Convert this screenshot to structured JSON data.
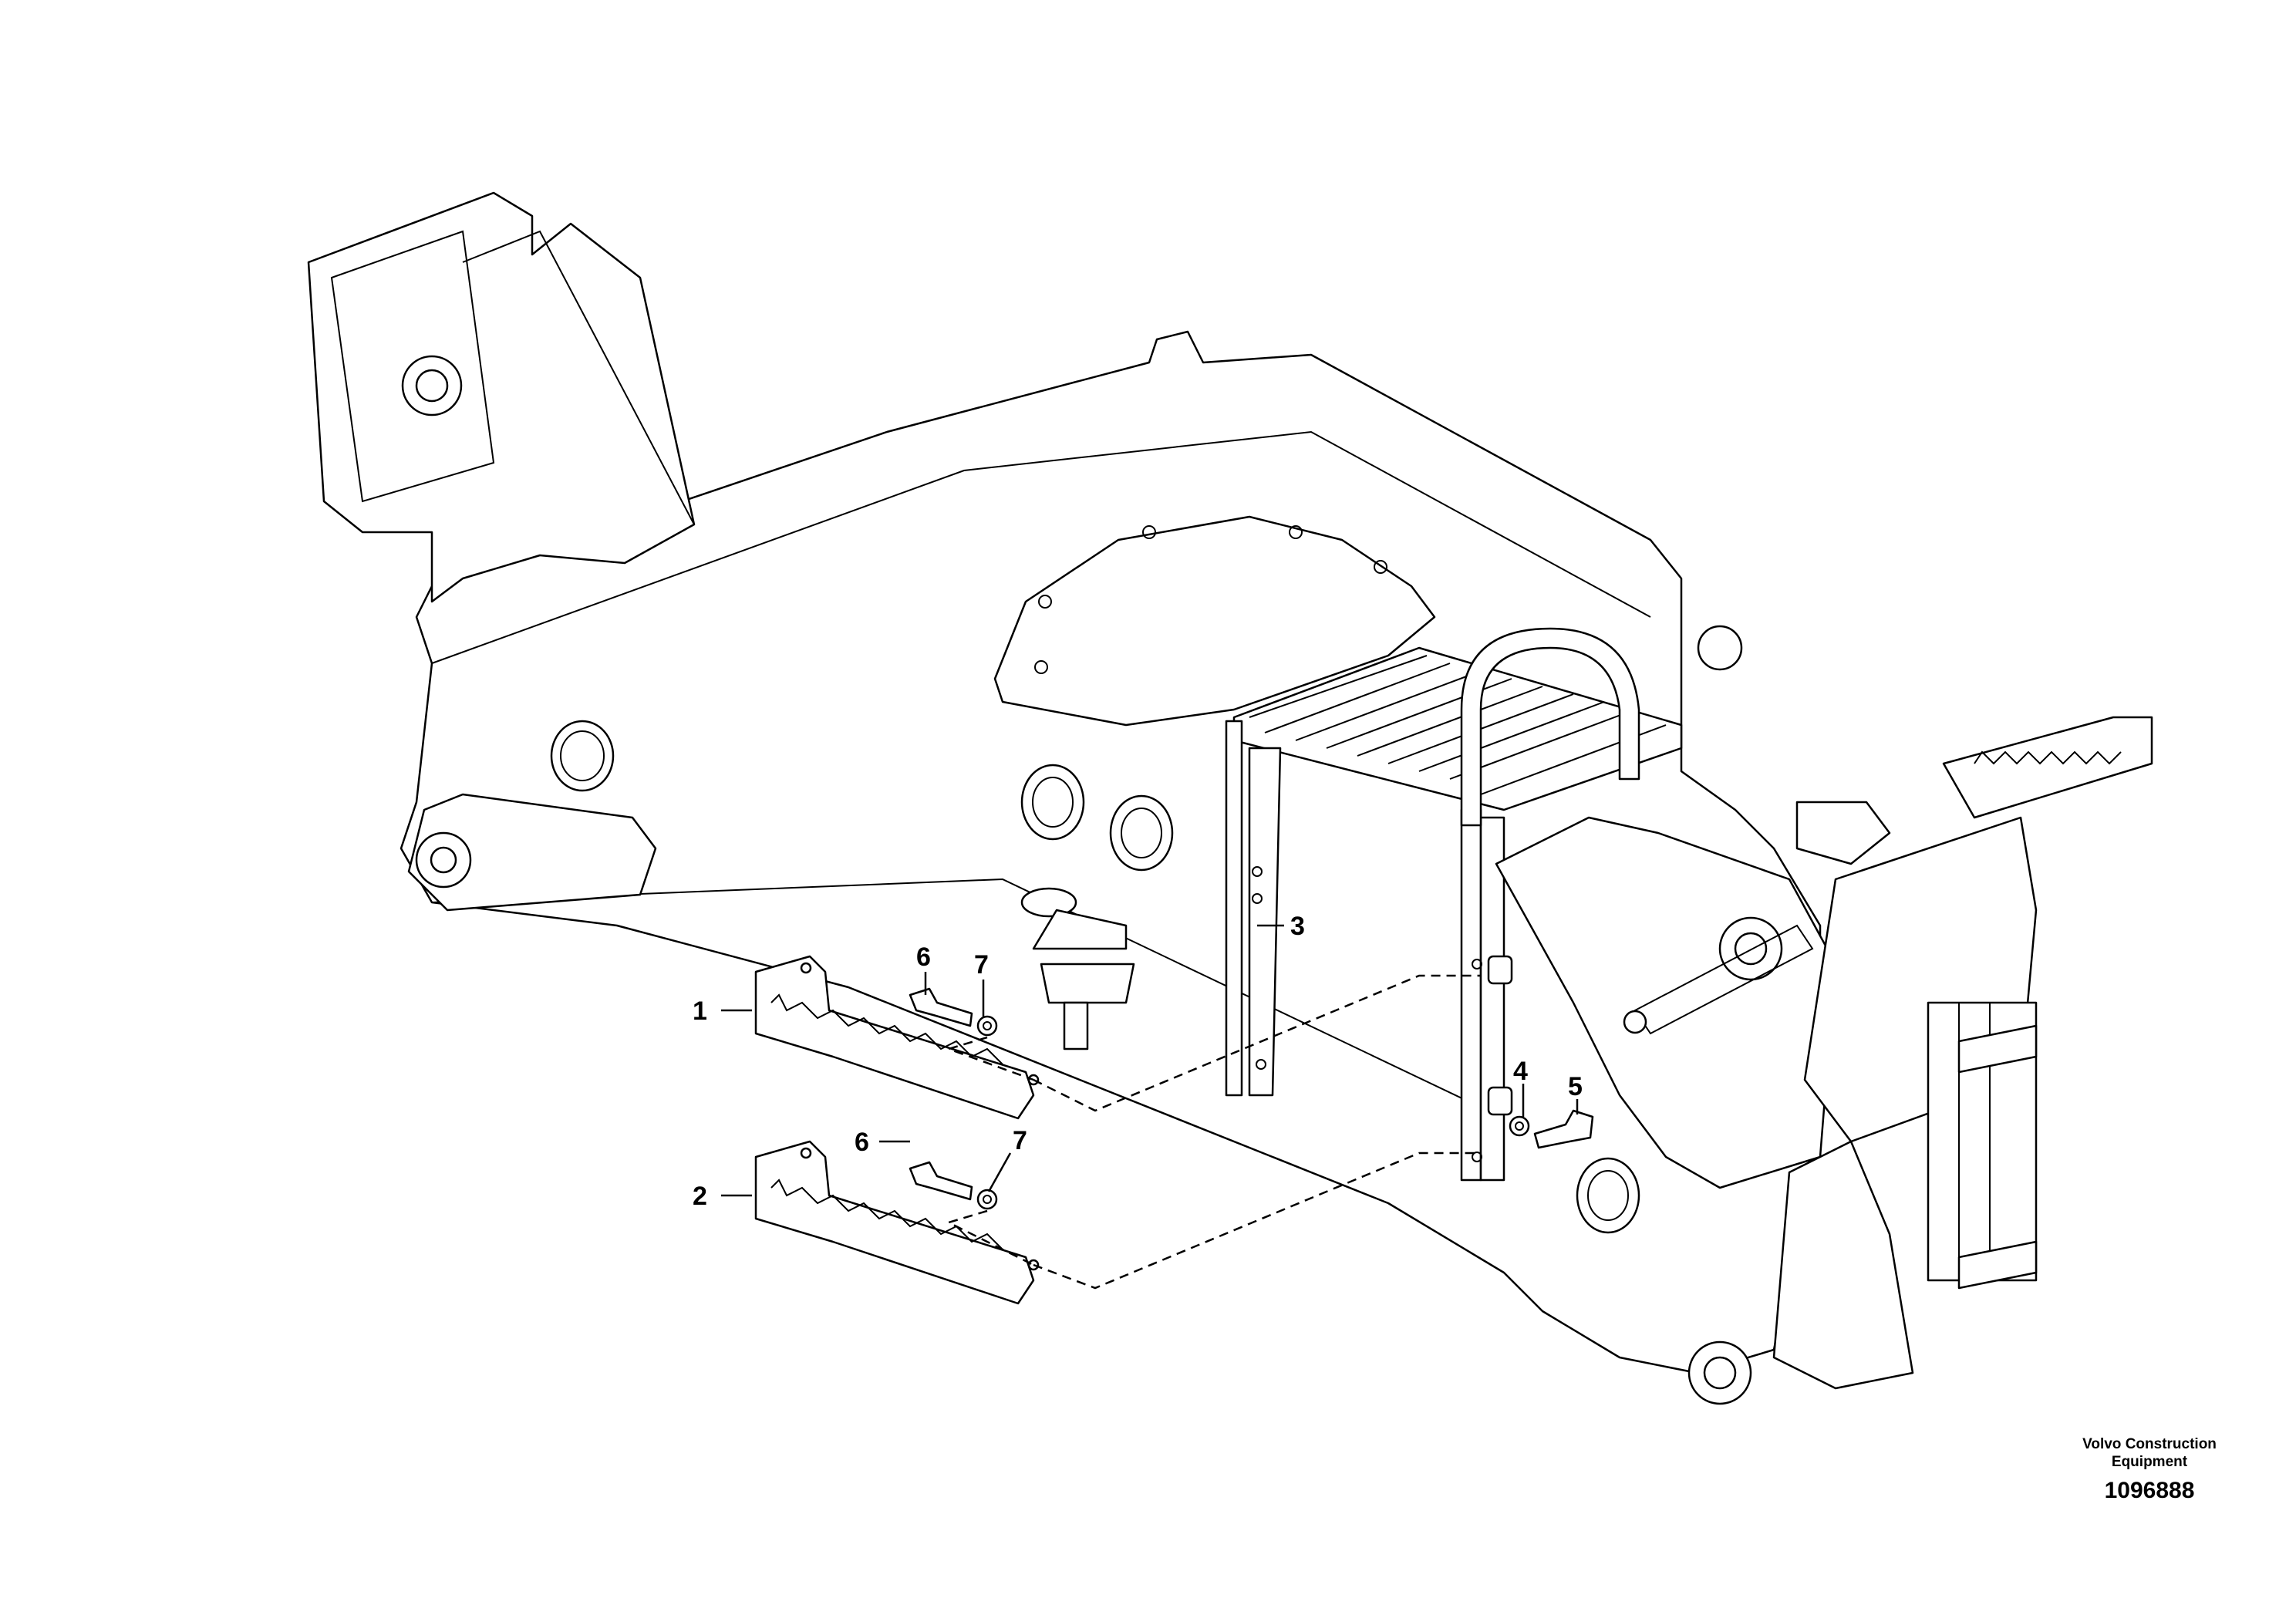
{
  "callouts": [
    {
      "id": "1",
      "label": "1"
    },
    {
      "id": "2",
      "label": "2"
    },
    {
      "id": "3",
      "label": "3"
    },
    {
      "id": "4",
      "label": "4"
    },
    {
      "id": "5",
      "label": "5"
    },
    {
      "id": "6a",
      "label": "6"
    },
    {
      "id": "7a",
      "label": "7"
    },
    {
      "id": "6b",
      "label": "6"
    },
    {
      "id": "7b",
      "label": "7"
    }
  ],
  "credit": {
    "company": "Volvo Construction Equipment",
    "document_number": "1096888"
  }
}
